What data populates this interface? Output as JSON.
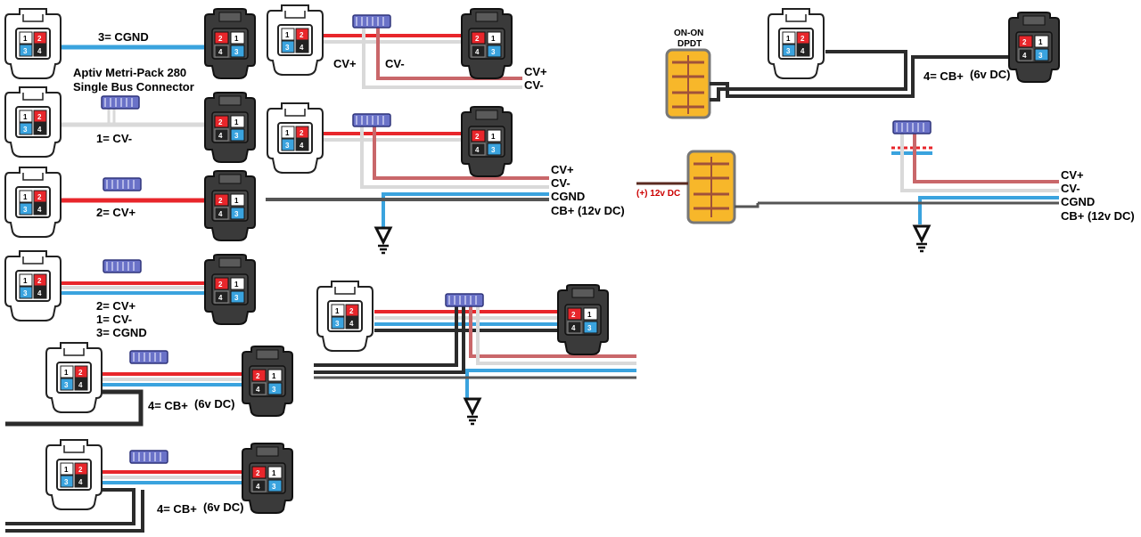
{
  "connector_title": "Aptiv Metri-Pack 280",
  "connector_subtitle": "Single Bus Connector",
  "labels": {
    "cgnd_3": "3=  CGND",
    "cvminus_1": "1=  CV-",
    "cvplus_2": "2=  CV+",
    "cvplus_2b": "2=  CV+",
    "cvminus_1b": "1=  CV-",
    "cgnd_3b": "3=  CGND",
    "cb_6v_a": "4=  CB+",
    "cb_6v_a_unit": "(6v DC)",
    "cb_6v_b": "4=  CB+",
    "cb_6v_b_unit": "(6v DC)",
    "cb_6v_c": "4=  CB+",
    "cb_6v_c_unit": "(6v DC)",
    "top_cvplus": "CV+",
    "top_cvminus": "CV-",
    "mid_cvplus": "CV+",
    "mid_cvminus": "CV-",
    "mid2_cvplus": "CV+",
    "mid2_cvminus": "CV-",
    "mid2_cgnd": "CGND",
    "mid2_cb": "CB+ (12v DC)",
    "right_cvplus": "CV+",
    "right_cvminus": "CV-",
    "right_cgnd": "CGND",
    "right_cb": "CB+ (12v DC)",
    "switch_line1": "ON-ON",
    "switch_line2": "DPDT",
    "power_in": "(+) 12v DC"
  },
  "pin_numbers": {
    "p1": "1",
    "p2": "2",
    "p3": "3",
    "p4": "4"
  },
  "colors": {
    "cv_plus": "#e8262b",
    "cv_minus": "#d9d9d9",
    "cgnd": "#3aa3de",
    "cb_plus": "#2b2b2b",
    "connector_body": "#ffffff",
    "connector_dark": "#3a3a3a",
    "bus_block": "#6a72c8",
    "switch_body": "#f7b72a",
    "switch_lever": "#a0523a"
  }
}
